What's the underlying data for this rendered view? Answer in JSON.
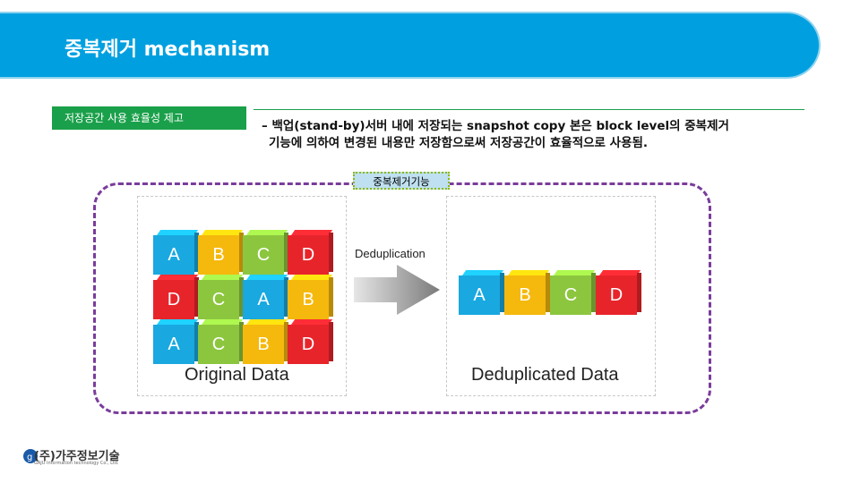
{
  "header": {
    "title": "중복제거 mechanism"
  },
  "section": {
    "tag": "저장공간 사용 효율성 제고",
    "description_line1": "– 백업(stand-by)서버 내에 저장되는 snapshot copy 본은 block level의 중복제거",
    "description_line2": "기능에 의하여 변경된 내용만 저장함으로써 저장공간이 효율적으로 사용됨."
  },
  "diagram": {
    "frame_label": "중복제거기능",
    "arrow_label": "Deduplication",
    "original_caption": "Original Data",
    "dedup_caption": "Deduplicated Data",
    "colors": {
      "A": "#19a8e0",
      "B": "#f5b80d",
      "C": "#8cc63f",
      "D": "#e8242b"
    },
    "original_grid": [
      [
        "A",
        "B",
        "C",
        "D"
      ],
      [
        "D",
        "C",
        "A",
        "B"
      ],
      [
        "A",
        "C",
        "B",
        "D"
      ]
    ],
    "dedup_row": [
      "A",
      "B",
      "C",
      "D"
    ]
  },
  "footer": {
    "logo_text": "(주)가주정보기술",
    "logo_subtext": "GAJU Information technology Co., Ltd."
  }
}
